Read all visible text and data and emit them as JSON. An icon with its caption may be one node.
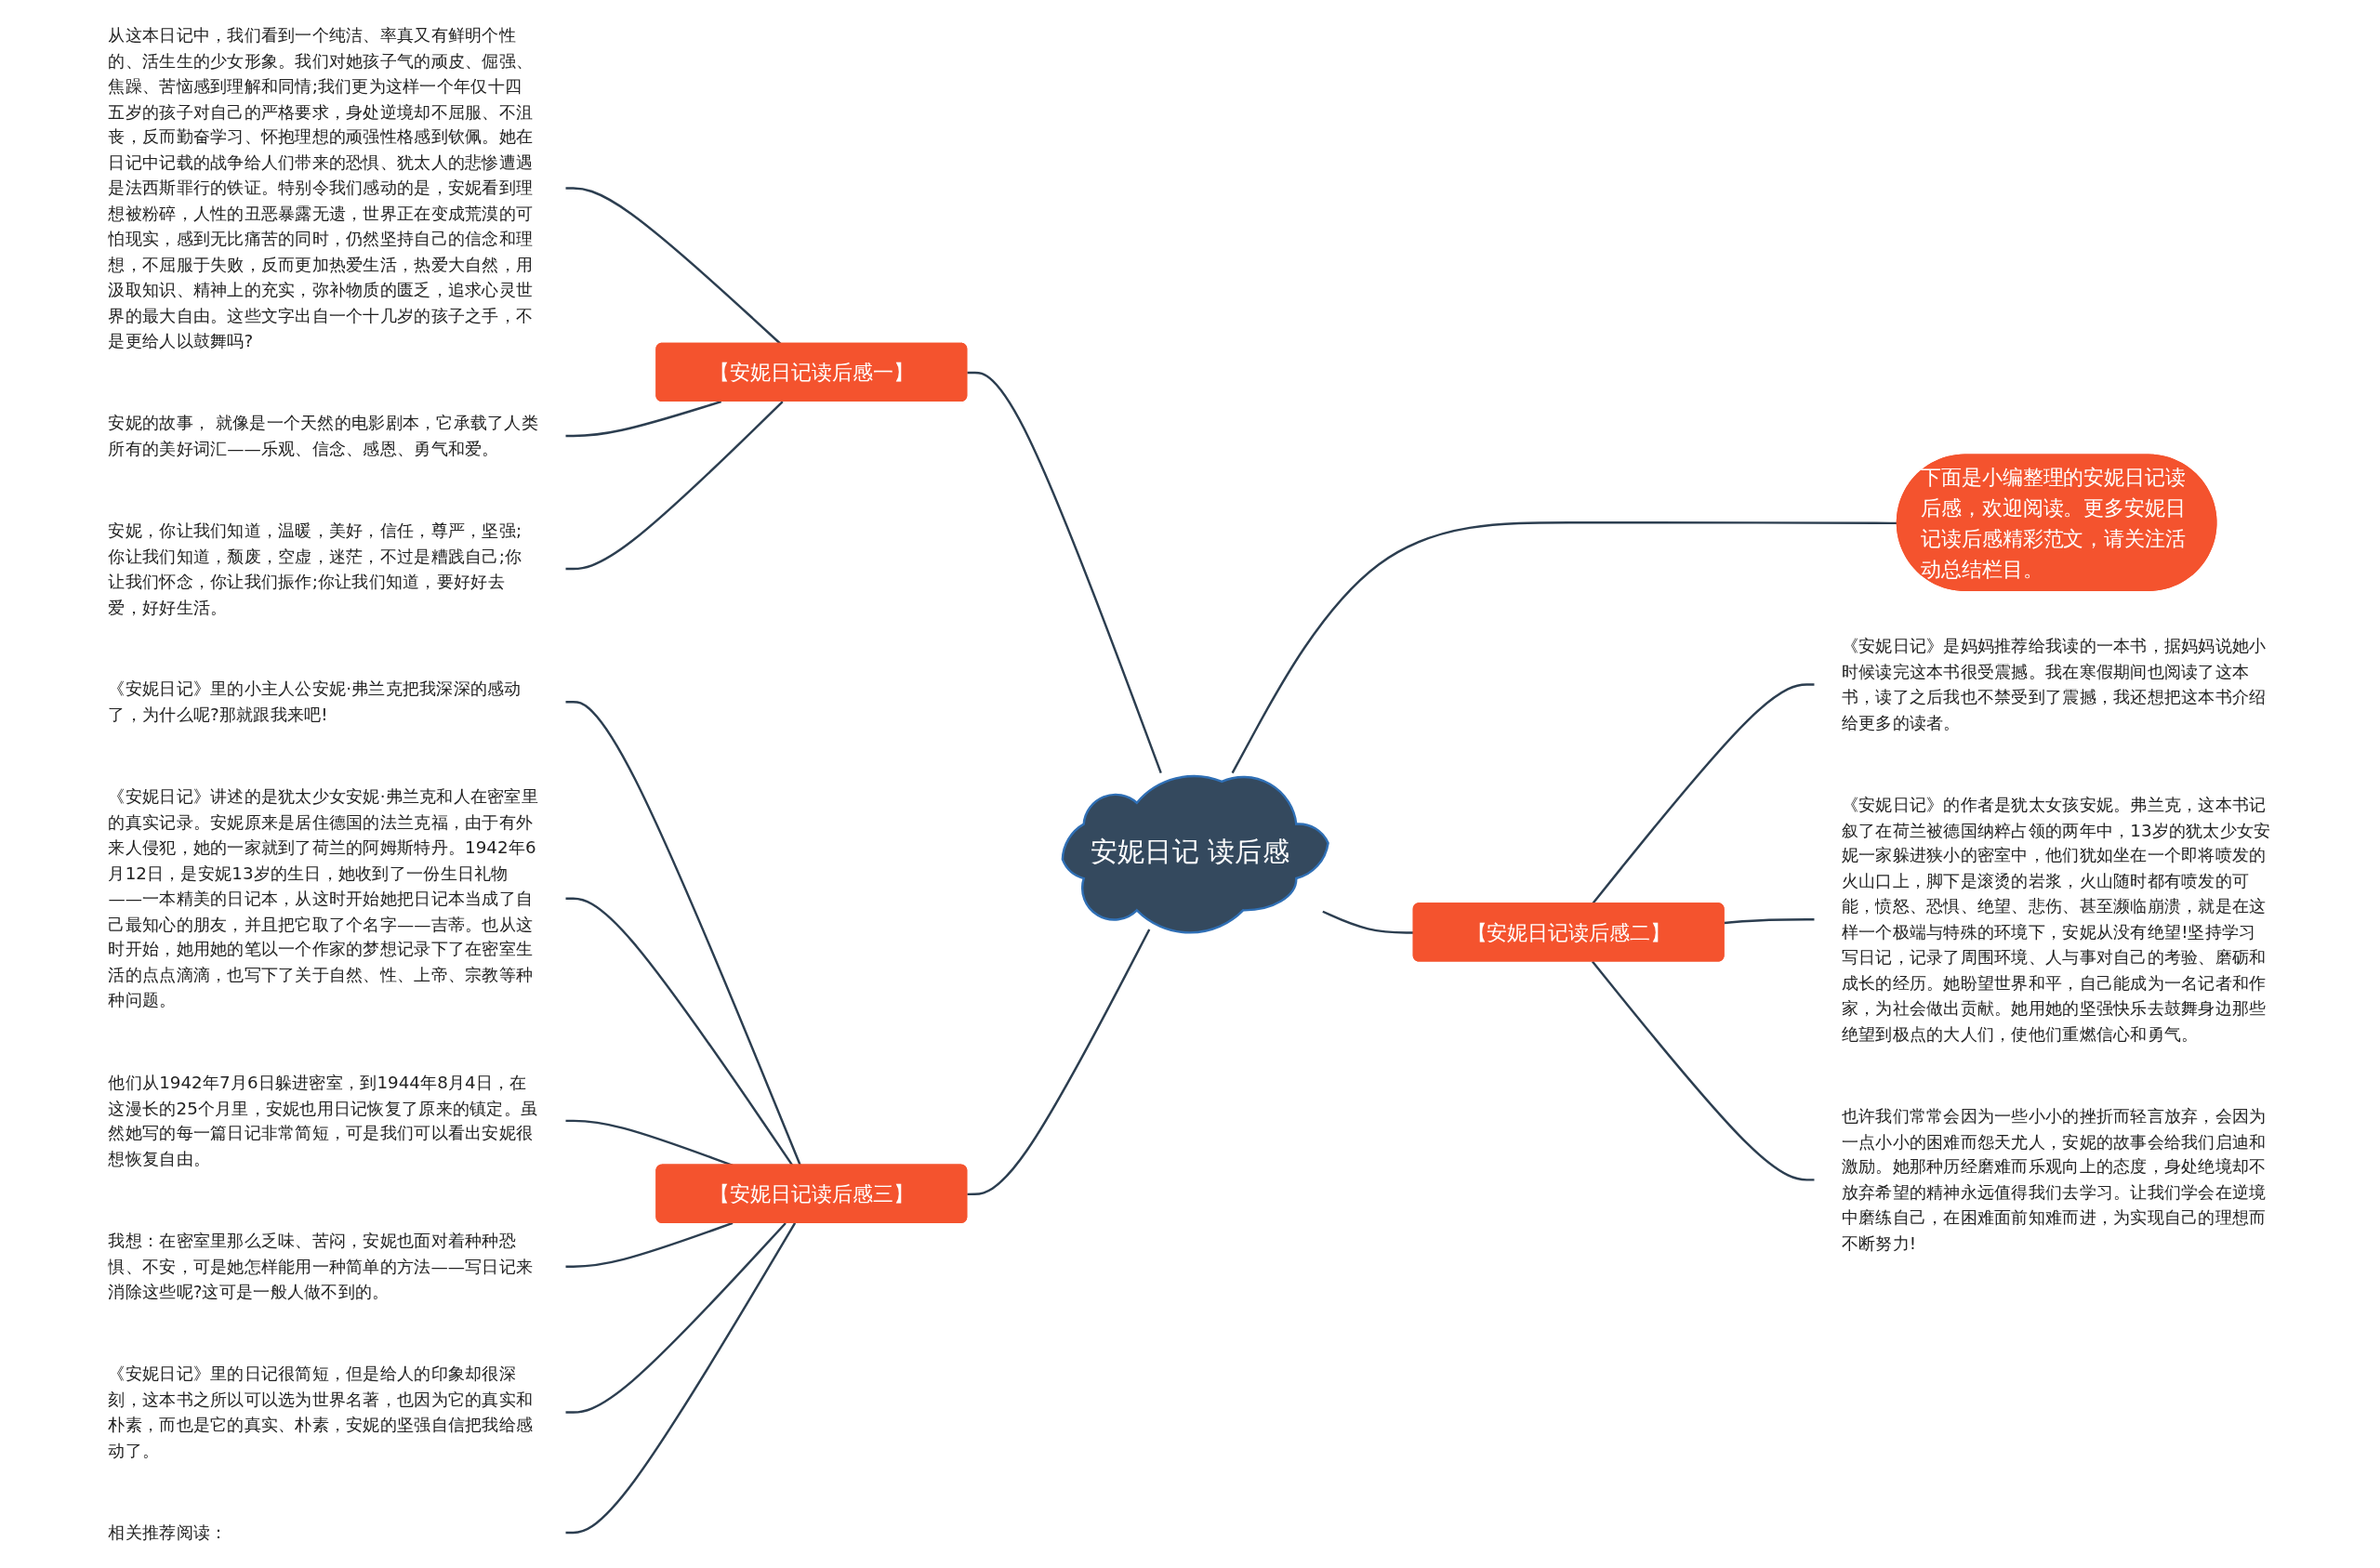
{
  "diagram": {
    "nodes": [
      {
        "text": [
          "安妮日记 读后感"
        ]
      },
      {
        "text": [
          "下面是小编整理的安妮日记读后感，欢迎阅读。更多安妮日记读后感精彩范文，请关注活动总结栏目。"
        ]
      },
      {
        "text": [
          "【安妮日记读后感一】"
        ]
      },
      {
        "text": [
          "从这本日记中，我们看到一个纯洁、率真又有鲜明个性的、活生生的少女形象。我们对她孩子气的顽皮、倔强、焦躁、苦恼感到理解和同情;我们更为这样一个年仅十四五岁的孩子对自己的严格要求，身处逆境却不屈服、不沮丧，反而勤奋学习、怀抱理想的顽强性格感到钦佩。她在日记中记载的战争给人们带来的恐惧、犹太人的悲惨遭遇是法西斯罪行的铁证。特别令我们感动的是，安妮看到理想被粉碎，人性的丑恶暴露无遗，世界正在变成荒漠的可怕现实，感到无比痛苦的同时，仍然坚持自己的信念和理想，不屈服于失败，反而更加热爱生活，热爱大自然，用汲取知识、精神上的充实，弥补物质的匮乏，追求心灵世界的最大自由。这些文字出自一个十几岁的孩子之手，不是更给人以鼓舞吗?"
        ]
      },
      {
        "text": [
          "安妮的故事， 就像是一个天然的电影剧本，它承载了人类所有的美好词汇——乐观、信念、感恩、勇气和爱。"
        ]
      },
      {
        "text": [
          "安妮，你让我们知道，温暖，美好，信任，尊严，坚强;你让我们知道，颓废，空虚，迷茫，不过是糟践自己;你让我们怀念，你让我们振作;你让我们知道，要好好去爱，好好生活。"
        ]
      },
      {
        "text": [
          "【安妮日记读后感二】"
        ]
      },
      {
        "text": [
          "《安妮日记》是妈妈推荐给我读的一本书，据妈妈说她小时候读完这本书很受震撼。我在寒假期间也阅读了这本书，读了之后我也不禁受到了震撼，我还想把这本书介绍给更多的读者。"
        ]
      },
      {
        "text": [
          "《安妮日记》的作者是犹太女孩安妮。弗兰克，这本书记叙了在荷兰被德国纳粹占领的两年中，13岁的犹太少女安妮一家躲进狭小的密室中，他们犹如坐在一个即将喷发的火山口上，脚下是滚烫的岩浆，火山随时都有喷发的可能，愤怒、恐惧、绝望、悲伤、甚至濒临崩溃，就是在这样一个极端与特殊的环境下，安妮从没有绝望!坚持学习写日记，记录了周围环境、人与事对自己的考验、磨砺和成长的经历。她盼望世界和平，自己能成为一名记者和作家，为社会做出贡献。她用她的坚强快乐去鼓舞身边那些绝望到极点的大人们，使他们重燃信心和勇气。"
        ]
      },
      {
        "text": [
          "也许我们常常会因为一些小小的挫折而轻言放弃，会因为一点小小的困难而怨天尤人，安妮的故事会给我们启迪和激励。她那种历经磨难而乐观向上的态度，身处绝境却不放弃希望的精神永远值得我们去学习。让我们学会在逆境中磨练自己，在困难面前知难而进，为实现自己的理想而不断努力!"
        ]
      },
      {
        "text": [
          "【安妮日记读后感三】"
        ]
      },
      {
        "text": [
          "《安妮日记》里的小主人公安妮·弗兰克把我深深的感动了，为什么呢?那就跟我来吧!"
        ]
      },
      {
        "text": [
          "《安妮日记》讲述的是犹太少女安妮·弗兰克和人在密室里的真实记录。安妮原来是居住德国的法兰克福，由于有外来人侵犯，她的一家就到了荷兰的阿姆斯特丹。1942年6月12日，是安妮13岁的生日，她收到了一份生日礼物——一本精美的日记本，从这时开始她把日记本当成了自己最知心的朋友，并且把它取了个名字——吉蒂。也从这时开始，她用她的笔以一个作家的梦想记录下了在密室生活的点点滴滴，也写下了关于自然、性、上帝、宗教等种种问题。"
        ]
      },
      {
        "text": [
          "他们从1942年7月6日躲进密室，到1944年8月4日，在这漫长的25个月里，安妮也用日记恢复了原来的镇定。虽然她写的每一篇日记非常简短，可是我们可以看出安妮很想恢复自由。"
        ]
      },
      {
        "text": [
          "我想：在密室里那么乏味、苦闷，安妮也面对着种种恐惧、不安，可是她怎样能用一种简单的方法——写日记来消除这些呢?这可是一般人做不到的。"
        ]
      },
      {
        "text": [
          "《安妮日记》里的日记很简短，但是给人的印象却很深刻，这本书之所以可以选为世界名著，也因为它的真实和朴素，而也是它的真实、朴素，安妮的坚强自信把我给感动了。"
        ]
      },
      {
        "text": [
          "相关推荐阅读："
        ]
      }
    ],
    "edges": [
      {
        "from": 0,
        "to": 1,
        "arrow": "none"
      },
      {
        "from": 2,
        "to": 0,
        "arrow": "none"
      },
      {
        "from": 3,
        "to": 2,
        "arrow": "none"
      },
      {
        "from": 4,
        "to": 2,
        "arrow": "none"
      },
      {
        "from": 5,
        "to": 2,
        "arrow": "none"
      },
      {
        "from": 0,
        "to": 6,
        "arrow": "none"
      },
      {
        "from": 6,
        "to": 7,
        "arrow": "none"
      },
      {
        "from": 6,
        "to": 8,
        "arrow": "none"
      },
      {
        "from": 6,
        "to": 9,
        "arrow": "none"
      },
      {
        "from": 10,
        "to": 0,
        "arrow": "none"
      },
      {
        "from": 11,
        "to": 10,
        "arrow": "none"
      },
      {
        "from": 12,
        "to": 10,
        "arrow": "none"
      },
      {
        "from": 13,
        "to": 10,
        "arrow": "none"
      },
      {
        "from": 14,
        "to": 10,
        "arrow": "none"
      },
      {
        "from": 15,
        "to": 10,
        "arrow": "none"
      },
      {
        "from": 16,
        "to": 10,
        "arrow": "none"
      }
    ]
  }
}
